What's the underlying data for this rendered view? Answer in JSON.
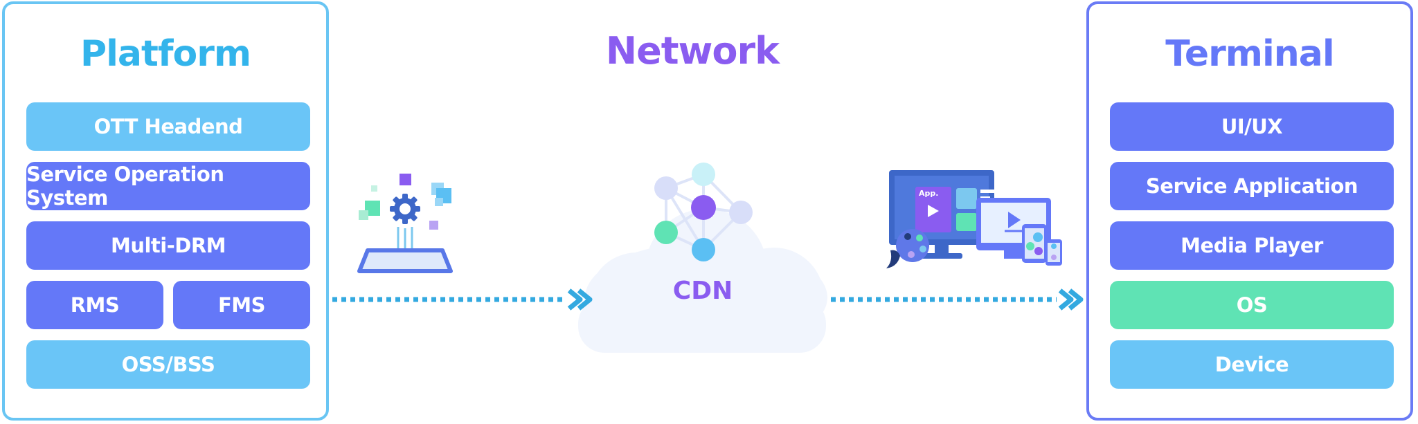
{
  "platform": {
    "title": "Platform",
    "title_color": "#33b4eb",
    "items": [
      "OTT Headend",
      "Service Operation System",
      "Multi-DRM",
      "RMS",
      "FMS",
      "OSS/BSS"
    ],
    "item_colors": [
      "#6ac5f7",
      "#6478f8",
      "#6478f8",
      "#6478f8",
      "#6478f8",
      "#6ac5f7"
    ]
  },
  "network": {
    "title": "Network",
    "title_color": "#8a5cf0",
    "cdn_label": "CDN",
    "cdn_color": "#8a5cf0"
  },
  "terminal": {
    "title": "Terminal",
    "title_color": "#6478f8",
    "items": [
      "UI/UX",
      "Service Application",
      "Media Player",
      "OS",
      "Device"
    ],
    "item_colors": [
      "#6478f8",
      "#6478f8",
      "#6478f8",
      "#5fe3b4",
      "#6ac5f7"
    ]
  },
  "illustrations": {
    "left": "upload-gear-icon",
    "center": "cdn-cloud-network-icon",
    "right": "multi-device-icon",
    "screen_badge": "App."
  },
  "arrow_color": "#33a9e0"
}
